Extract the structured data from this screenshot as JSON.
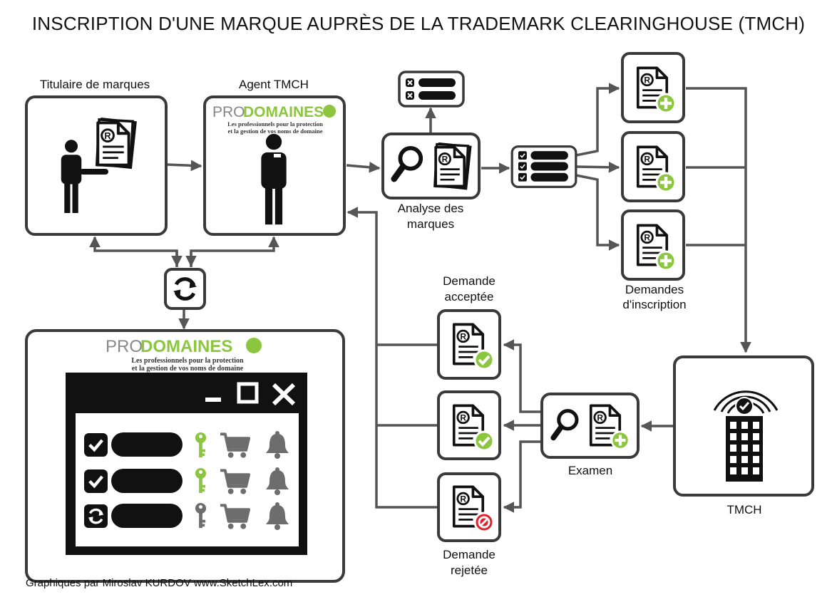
{
  "title": "INSCRIPTION D'UNE MARQUE AUPRÈS DE LA TRADEMARK CLEARINGHOUSE (TMCH)",
  "labels": {
    "holder": "Titulaire de marques",
    "agent": "Agent TMCH",
    "analysis_l1": "Analyse des",
    "analysis_l2": "marques",
    "requests_l1": "Demandes",
    "requests_l2": "d'inscription",
    "accepted_l1": "Demande",
    "accepted_l2": "acceptée",
    "rejected_l1": "Demande",
    "rejected_l2": "rejetée",
    "exam": "Examen",
    "tmch": "TMCH"
  },
  "brand": {
    "pro": "PRO",
    "domaines": "DOMAINES",
    "tag_l1": "Les professionnels pour la protection",
    "tag_l2": "et la gestion de vos noms de domaine"
  },
  "credit": "Graphiques par Miroslav KURDOV  www.SketchLex.com",
  "colors": {
    "green": "#8cc63f",
    "red": "#e0202a",
    "gray": "#555555",
    "dark": "#111111"
  },
  "icons": [
    "person-icon",
    "document-icon",
    "trademark-icon",
    "magnifier-icon",
    "checklist-icon",
    "sync-icon",
    "key-icon",
    "cart-icon",
    "bell-icon",
    "building-icon",
    "plus-badge-icon",
    "check-badge-icon",
    "forbidden-badge-icon"
  ]
}
